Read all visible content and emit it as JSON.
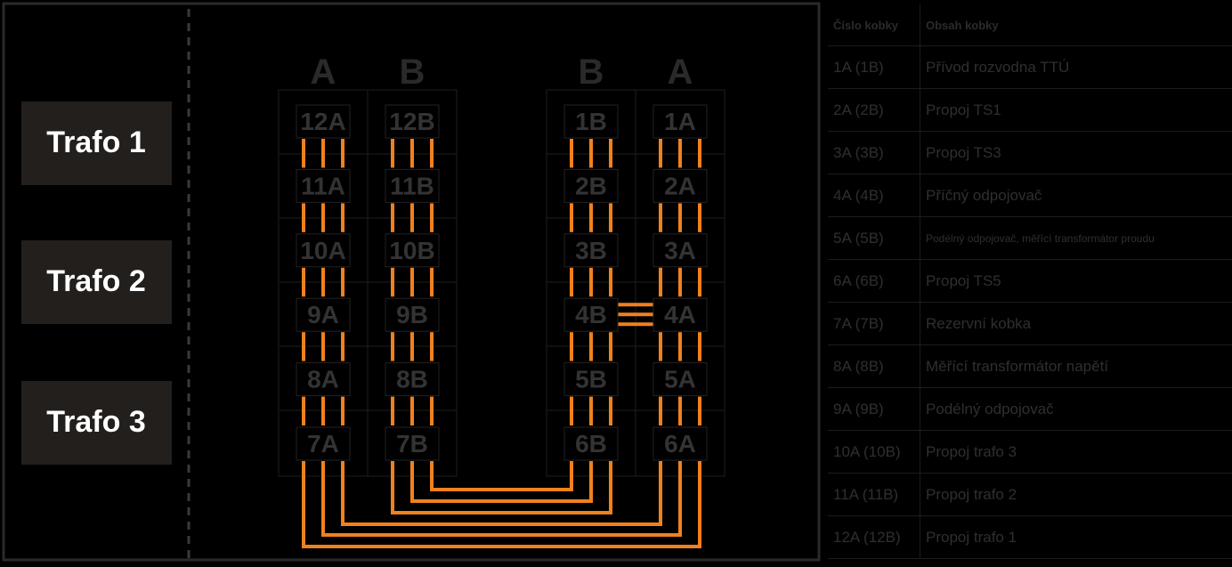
{
  "transformers": [
    "Trafo 1",
    "Trafo 2",
    "Trafo 3"
  ],
  "column_headers": [
    "A",
    "B",
    "B",
    "A"
  ],
  "columns": [
    {
      "header": "A",
      "cells": [
        "12A",
        "11A",
        "10A",
        "9A",
        "8A",
        "7A"
      ]
    },
    {
      "header": "B",
      "cells": [
        "12B",
        "11B",
        "10B",
        "9B",
        "8B",
        "7B"
      ]
    },
    {
      "header": "B",
      "cells": [
        "1B",
        "2B",
        "3B",
        "4B",
        "5B",
        "6B"
      ]
    },
    {
      "header": "A",
      "cells": [
        "1A",
        "2A",
        "3A",
        "4A",
        "5A",
        "6A"
      ]
    }
  ],
  "colors": {
    "background": "#000000",
    "frame": "#2a2a2a",
    "busbar": "#f0811e",
    "transformer_box": "#231f1c",
    "transformer_text": "#ffffff",
    "cell_text": "#333333"
  },
  "legend": {
    "headers": [
      "Číslo kobky",
      "Obsah kobky"
    ],
    "rows": [
      [
        "1A (1B)",
        "Přívod rozvodna TTÚ"
      ],
      [
        "2A (2B)",
        "Propoj TS1"
      ],
      [
        "3A (3B)",
        "Propoj TS3"
      ],
      [
        "4A (4B)",
        "Příčný odpojovač"
      ],
      [
        "5A (5B)",
        "Podélný odpojovač, měřící transformátor proudu"
      ],
      [
        "6A (6B)",
        "Propoj TS5"
      ],
      [
        "7A (7B)",
        "Rezervní kobka"
      ],
      [
        "8A (8B)",
        "Měřící transformátor napětí"
      ],
      [
        "9A (9B)",
        "Podélný odpojovač"
      ],
      [
        "10A (10B)",
        "Propoj trafo 3"
      ],
      [
        "11A (11B)",
        "Propoj trafo 2"
      ],
      [
        "12A (12B)",
        "Propoj trafo 1"
      ]
    ]
  }
}
